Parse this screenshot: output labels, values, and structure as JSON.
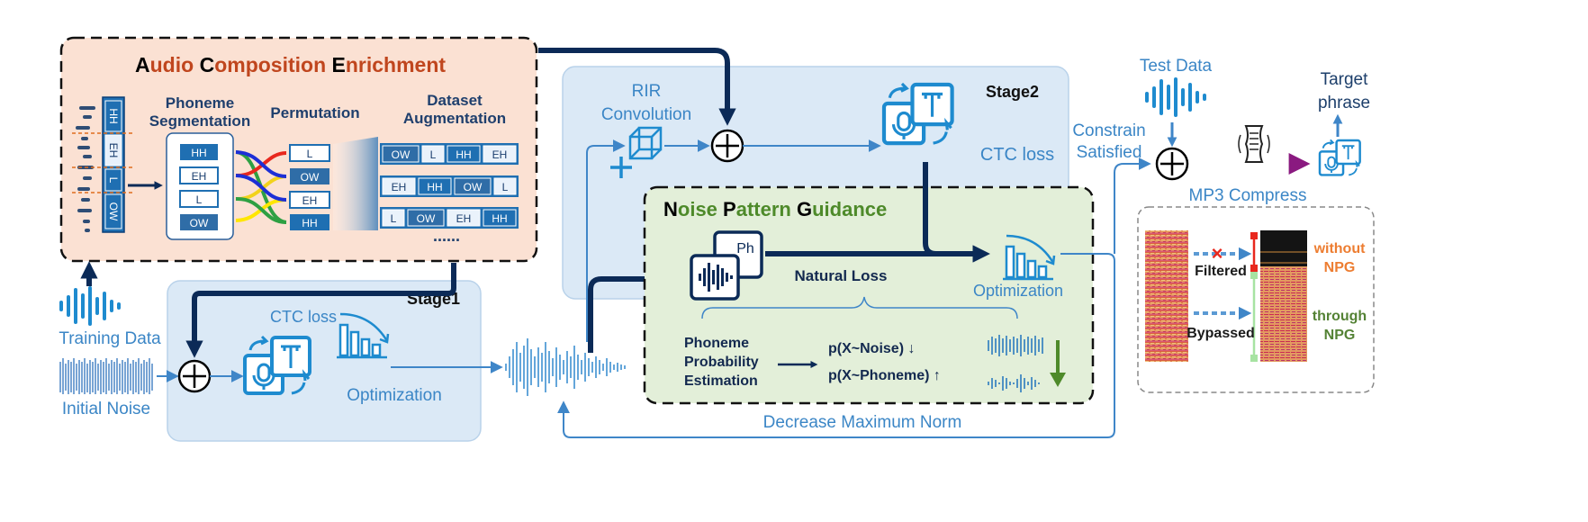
{
  "ace": {
    "title": "Audio Composition Enrichment",
    "phoneme_segmentation": [
      "Phoneme",
      "Segmentation"
    ],
    "permutation": "Permutation",
    "dataset_augmentation": [
      "Dataset",
      "Augmentation"
    ],
    "vertical_segments": [
      "HH",
      "EH",
      "L",
      "OW"
    ],
    "seg_list": [
      "HH",
      "EH",
      "L",
      "OW"
    ],
    "perm_list": [
      "L",
      "OW",
      "EH",
      "HH"
    ],
    "aug_rows": [
      [
        "OW",
        "L",
        "HH",
        "EH"
      ],
      [
        "EH",
        "HH",
        "OW",
        "L"
      ],
      [
        "L",
        "OW",
        "EH",
        "HH"
      ]
    ],
    "ellipsis": "......"
  },
  "stage1": {
    "title": "Stage1",
    "ctc_loss": "CTC loss",
    "optimization": "Optimization"
  },
  "left": {
    "training_data": "Training Data",
    "initial_noise": "Initial Noise"
  },
  "stage2": {
    "title": "Stage2",
    "rir": [
      "RIR",
      "Convolution"
    ],
    "ctc_loss": "CTC loss"
  },
  "npg": {
    "title": "Noise Pattern Guidance",
    "ph": "Ph",
    "natural_loss": "Natural Loss",
    "optimization": "Optimization",
    "ppe": [
      "Phoneme",
      "Probability",
      "Estimation"
    ],
    "p_noise": "p(X~Noise) ↓",
    "p_phoneme": "p(X~Phoneme)  ↑"
  },
  "bottom": {
    "decrease": "Decrease Maximum Norm"
  },
  "right": {
    "test_data": "Test Data",
    "target_phrase": [
      "Target",
      "phrase"
    ],
    "constrain": [
      "Constrain",
      "Satisfied"
    ],
    "mp3": "MP3 Compress",
    "filtered": "Filtered",
    "bypassed": "Bypassed",
    "without": [
      "without",
      "NPG"
    ],
    "through": [
      "through",
      "NPG"
    ]
  },
  "colors": {
    "ace_bg": "#fbe1d3",
    "stage_bg": "#dbe9f6",
    "npg_bg": "#e3efd9",
    "navy": "#0b2a57",
    "accent_blue": "#1e8bcf",
    "orange_text": "#ed7d31",
    "green_text": "#548235",
    "magenta": "#a0218f"
  }
}
